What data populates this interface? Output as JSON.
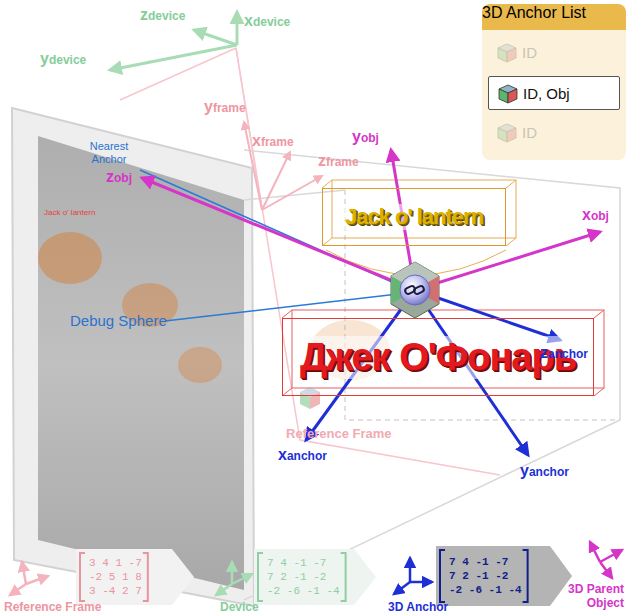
{
  "diagram": {
    "nodes": [
      {
        "text": [
          "3D Anchor List"
        ]
      },
      {
        "text": [
          "ID"
        ],
        "in": 0
      },
      {
        "text": [
          "ID, Obj"
        ],
        "in": 0
      },
      {
        "text": [
          "ID"
        ],
        "in": 0
      },
      {
        "text": [
          "Jack o' lantern"
        ]
      },
      {
        "text": [
          "Джек О'Фонарь"
        ]
      },
      {
        "text": [
          "3 4 1 -7",
          "-2 5 1 8",
          "3 -4 2 7"
        ]
      },
      {
        "text": [
          "7 4 -1 -7",
          "7 2 -1 -2",
          "-2 -6 -1 -4"
        ]
      },
      {
        "text": [
          "7 4 -1 -7",
          "7 2 -1 -2",
          "-2 -6 -1 -4"
        ]
      }
    ],
    "labels": [
      "zdevice",
      "xdevice",
      "ydevice",
      "yframe",
      "xframe",
      "zframe",
      "yobj",
      "zobj",
      "xobj",
      "zanchor",
      "xanchor",
      "yanchor",
      "Nearest Anchor",
      "Debug Sphere",
      "Reference Frame",
      "Jack o' lantern",
      "Reference Frame",
      "Device",
      "3D Anchor",
      "3D Parent Object"
    ]
  }
}
